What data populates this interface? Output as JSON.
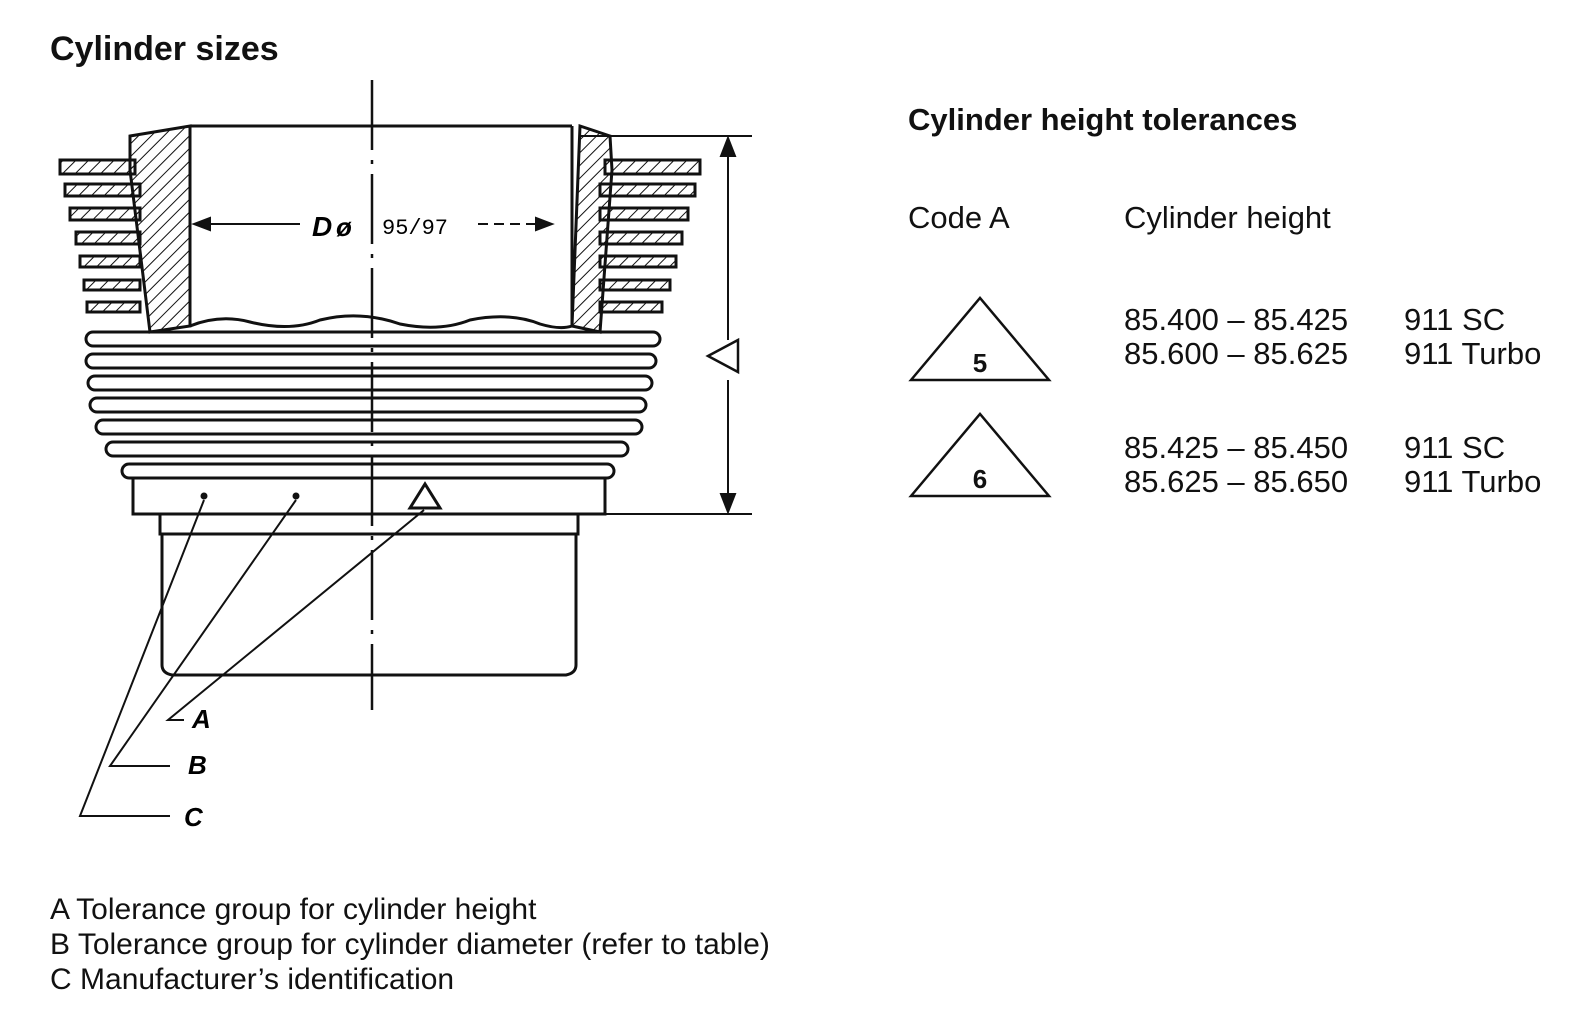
{
  "title": "Cylinder sizes",
  "drawing": {
    "diameter_symbol": "D",
    "diameter_sign": "ø",
    "diameter_value": "95/97",
    "height_symbol": "△",
    "callouts": [
      "A",
      "B",
      "C"
    ]
  },
  "tolerances": {
    "title": "Cylinder height tolerances",
    "column_code": "Code A",
    "column_height": "Cylinder height",
    "rows": [
      {
        "code": "5",
        "entries": [
          {
            "range": "85.400 – 85.425",
            "model": "911 SC"
          },
          {
            "range": "85.600 – 85.625",
            "model": "911 Turbo"
          }
        ]
      },
      {
        "code": "6",
        "entries": [
          {
            "range": "85.425 – 85.450",
            "model": "911 SC"
          },
          {
            "range": "85.625 – 85.650",
            "model": "911 Turbo"
          }
        ]
      }
    ]
  },
  "legend": [
    {
      "key": "A",
      "text": "Tolerance group for cylinder height"
    },
    {
      "key": "B",
      "text": "Tolerance group for cylinder diameter (refer to table)"
    },
    {
      "key": "C",
      "text": "Manufacturer’s identification"
    }
  ]
}
